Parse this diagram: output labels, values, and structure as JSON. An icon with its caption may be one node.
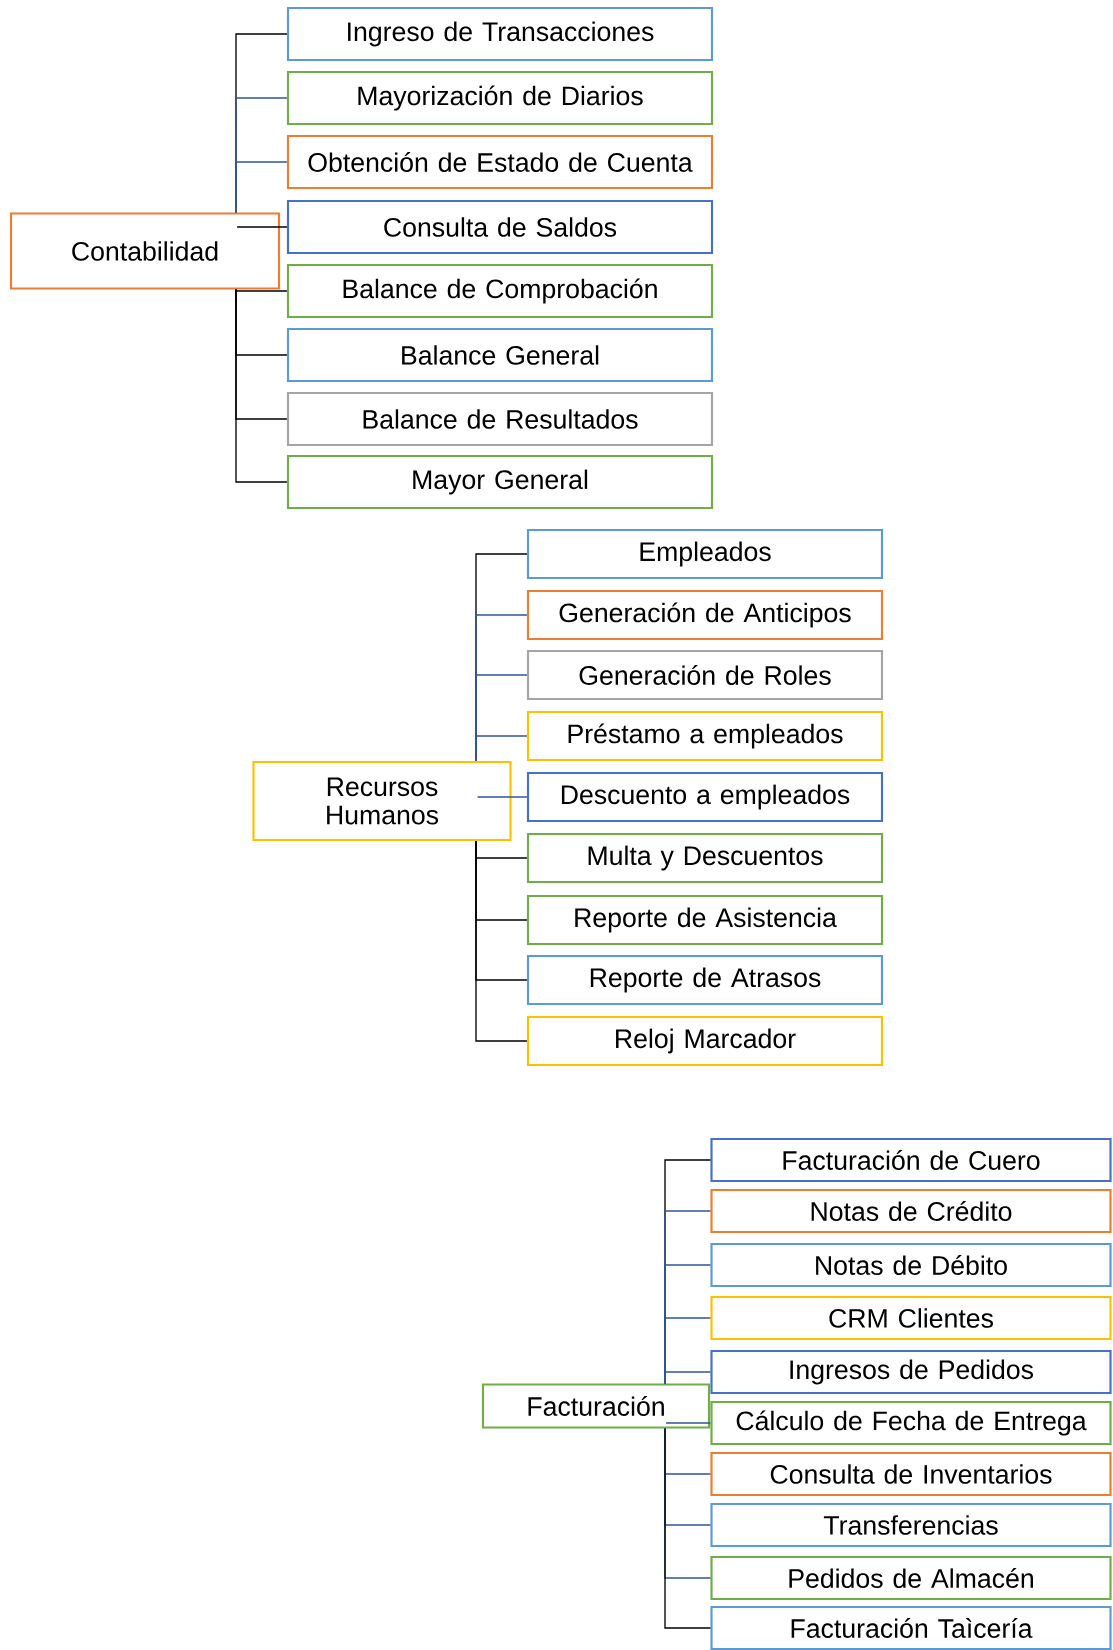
{
  "diagram": {
    "nodes": [
      {
        "text": [
          "Contabilidad"
        ]
      },
      {
        "text": [
          "Ingreso de Transacciones"
        ]
      },
      {
        "text": [
          "Mayorización de Diarios"
        ]
      },
      {
        "text": [
          "Obtención de Estado de Cuenta"
        ]
      },
      {
        "text": [
          "Consulta de Saldos"
        ]
      },
      {
        "text": [
          "Balance de Comprobación"
        ]
      },
      {
        "text": [
          "Balance General"
        ]
      },
      {
        "text": [
          "Balance de Resultados"
        ]
      },
      {
        "text": [
          "Mayor General"
        ]
      },
      {
        "text": [
          "Recursos Humanos"
        ]
      },
      {
        "text": [
          "Empleados"
        ]
      },
      {
        "text": [
          "Generación de Anticipos"
        ]
      },
      {
        "text": [
          "Generación de Roles"
        ]
      },
      {
        "text": [
          "Préstamo a empleados"
        ]
      },
      {
        "text": [
          "Descuento a empleados"
        ]
      },
      {
        "text": [
          "Multa y Descuentos"
        ]
      },
      {
        "text": [
          "Reporte de Asistencia"
        ]
      },
      {
        "text": [
          "Reporte de Atrasos"
        ]
      },
      {
        "text": [
          "Reloj Marcador"
        ]
      },
      {
        "text": [
          "Facturación"
        ]
      },
      {
        "text": [
          "Facturación de Cuero"
        ]
      },
      {
        "text": [
          "Notas de Crédito"
        ]
      },
      {
        "text": [
          "Notas de Débito"
        ]
      },
      {
        "text": [
          "CRM Clientes"
        ]
      },
      {
        "text": [
          "Ingresos de Pedidos"
        ]
      },
      {
        "text": [
          "Cálculo de Fecha de Entrega"
        ]
      },
      {
        "text": [
          "Consulta de Inventarios"
        ]
      },
      {
        "text": [
          "Transferencias"
        ]
      },
      {
        "text": [
          "Pedidos de Almacén"
        ]
      },
      {
        "text": [
          "Facturación Taìcería"
        ]
      }
    ],
    "edges": [
      {
        "from": 0,
        "to": 1,
        "arrow": "none",
        "color": "#000000"
      },
      {
        "from": 0,
        "to": 2,
        "arrow": "none",
        "color": "#2f5597"
      },
      {
        "from": 0,
        "to": 3,
        "arrow": "none",
        "color": "#2f5597"
      },
      {
        "from": 0,
        "to": 4,
        "arrow": "none",
        "color": "#000000"
      },
      {
        "from": 0,
        "to": 5,
        "arrow": "none",
        "color": "#000000"
      },
      {
        "from": 0,
        "to": 6,
        "arrow": "none",
        "color": "#000000"
      },
      {
        "from": 0,
        "to": 7,
        "arrow": "none",
        "color": "#000000"
      },
      {
        "from": 0,
        "to": 8,
        "arrow": "none",
        "color": "#000000"
      },
      {
        "from": 9,
        "to": 10,
        "arrow": "none",
        "color": "#000000"
      },
      {
        "from": 9,
        "to": 11,
        "arrow": "none",
        "color": "#2f5597"
      },
      {
        "from": 9,
        "to": 12,
        "arrow": "none",
        "color": "#2f5597"
      },
      {
        "from": 9,
        "to": 13,
        "arrow": "none",
        "color": "#2f5597"
      },
      {
        "from": 9,
        "to": 14,
        "arrow": "none",
        "color": "#2f5597"
      },
      {
        "from": 9,
        "to": 15,
        "arrow": "none",
        "color": "#000000"
      },
      {
        "from": 9,
        "to": 16,
        "arrow": "none",
        "color": "#000000"
      },
      {
        "from": 9,
        "to": 17,
        "arrow": "none",
        "color": "#000000"
      },
      {
        "from": 9,
        "to": 18,
        "arrow": "none",
        "color": "#000000"
      },
      {
        "from": 19,
        "to": 20,
        "arrow": "none",
        "color": "#000000"
      },
      {
        "from": 19,
        "to": 21,
        "arrow": "none",
        "color": "#2f5597"
      },
      {
        "from": 19,
        "to": 22,
        "arrow": "none",
        "color": "#2f5597"
      },
      {
        "from": 19,
        "to": 23,
        "arrow": "none",
        "color": "#2f5597"
      },
      {
        "from": 19,
        "to": 24,
        "arrow": "none",
        "color": "#2f5597"
      },
      {
        "from": 19,
        "to": 25,
        "arrow": "none",
        "color": "#2f5597"
      },
      {
        "from": 19,
        "to": 26,
        "arrow": "none",
        "color": "#2f5597"
      },
      {
        "from": 19,
        "to": 27,
        "arrow": "none",
        "color": "#2f5597"
      },
      {
        "from": 19,
        "to": 28,
        "arrow": "none",
        "color": "#2f5597"
      },
      {
        "from": 19,
        "to": 29,
        "arrow": "none",
        "color": "#000000"
      }
    ]
  }
}
